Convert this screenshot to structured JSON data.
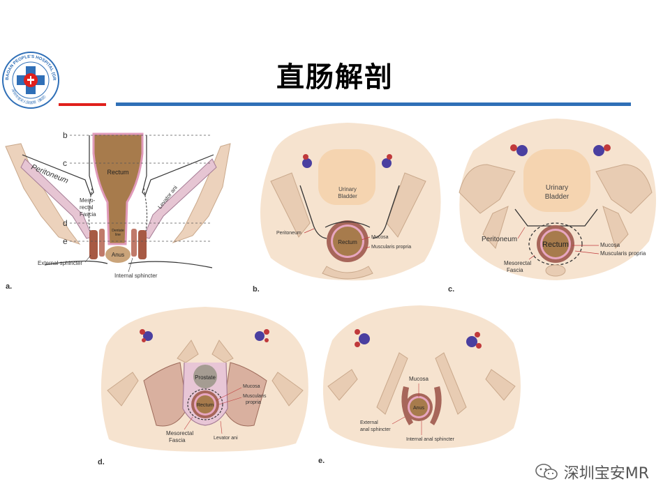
{
  "slide": {
    "title": "直肠解剖",
    "logo_text": "BAOAN PEOPLE'S HOSPITAL (GROUP)",
    "logo_subtext": "深圳市宝安人民医院（集团）",
    "watermark": "深圳宝安MR",
    "colors": {
      "accent_red": "#e0201b",
      "accent_blue": "#2f6fb7",
      "body_beige": "#f6e3cf",
      "rectum_brown": "#a77b4c"
    }
  },
  "panels": {
    "a": {
      "letter": "a.",
      "level_labels": [
        "b",
        "c",
        "d",
        "e"
      ],
      "labels": {
        "peritoneum": "Peritoneum",
        "rectum": "Rectum",
        "levator_ani": "Levator ani",
        "meso": "Meso-",
        "rectal": "rectal",
        "fascia": "Fascia",
        "dentate": "Dentate",
        "line": "line",
        "anus": "Anus",
        "external_sphincter": "External sphincter",
        "internal_sphincter": "Internal sphincter"
      }
    },
    "b": {
      "letter": "b.",
      "labels": {
        "urinary": "Urinary",
        "bladder": "Bladder",
        "peritoneum": "Peritoneum",
        "rectum": "Rectum",
        "mucosa": "Mucosa",
        "muscularis": "Muscularis propria"
      }
    },
    "c": {
      "letter": "c.",
      "labels": {
        "urinary": "Urinary",
        "bladder": "Bladder",
        "peritoneum": "Peritoneum",
        "rectum": "Rectum",
        "mucosa": "Mucosa",
        "muscularis": "Muscularis propria",
        "mesorectal": "Mesorectal",
        "fascia": "Fascia"
      }
    },
    "d": {
      "letter": "d.",
      "labels": {
        "prostate": "Prostate",
        "rectum": "Rectum",
        "mucosa": "Mucosa",
        "muscularis": "Muscularis",
        "propria": "propria",
        "mesorectal": "Mesorectal",
        "fascia": "Fascia",
        "levator_ani": "Levator ani"
      }
    },
    "e": {
      "letter": "e.",
      "labels": {
        "mucosa": "Mucosa",
        "anus": "Anus",
        "external": "External",
        "anal_sphincter": "anal sphincter",
        "internal_anal_sphincter": "Internal anal sphincter"
      }
    }
  }
}
